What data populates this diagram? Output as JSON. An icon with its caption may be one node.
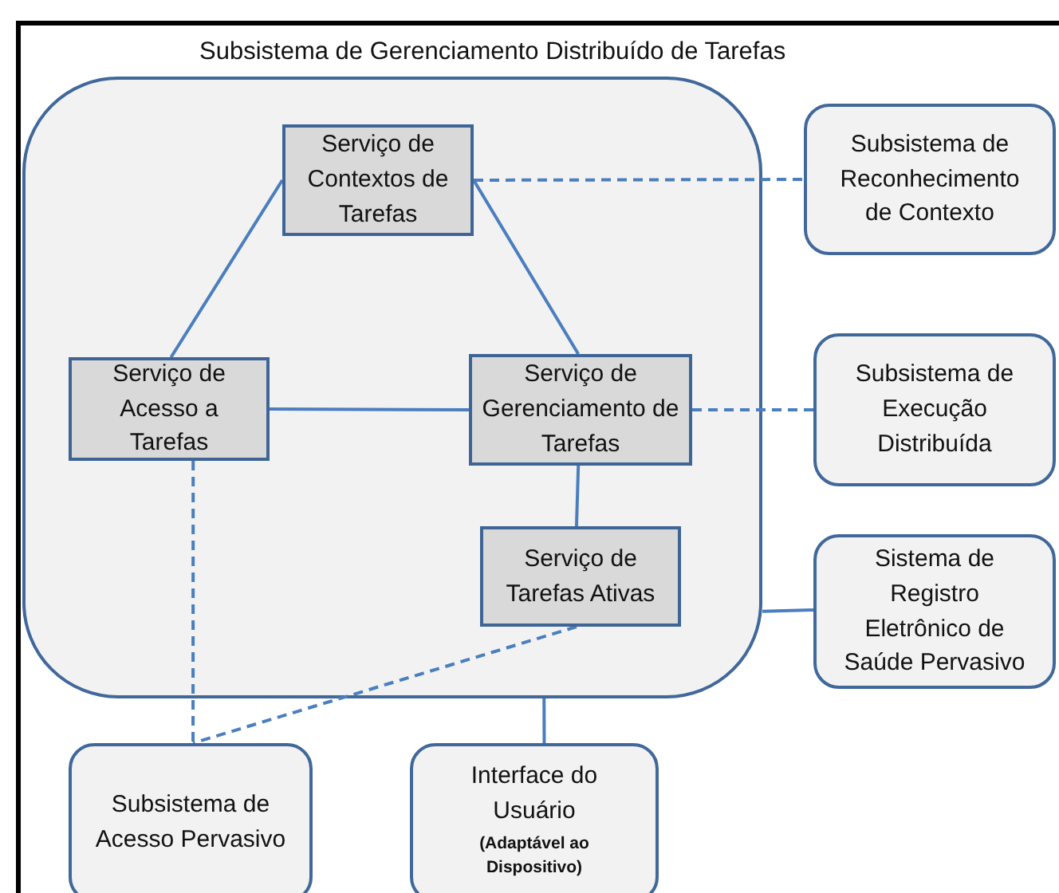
{
  "diagram": {
    "nodes": [
      {
        "text": [
          "Subsistema de Gerenciamento Distribuído de Tarefas"
        ]
      },
      {
        "text": [],
        "shape": "box",
        "in": 0
      },
      {
        "text": [
          "Serviço de Contextos de Tarefas"
        ],
        "in": 1
      },
      {
        "text": [
          "Serviço de Acesso a Tarefas"
        ],
        "in": 1
      },
      {
        "text": [
          "Serviço de Gerenciamento de Tarefas"
        ],
        "in": 1
      },
      {
        "text": [
          "Serviço de Tarefas Ativas"
        ],
        "in": 1
      },
      {
        "text": [
          "Subsistema de Reconhecimento de Contexto"
        ],
        "in": 0
      },
      {
        "text": [
          "Subsistema de Execução Distribuída"
        ],
        "in": 0
      },
      {
        "text": [
          "Sistema de Registro Eletrônico de Saúde Pervasivo"
        ],
        "in": 0
      },
      {
        "text": [
          "Subsistema de Acesso Pervasivo"
        ],
        "in": 0
      },
      {
        "text": [
          "Interface do Usuário",
          "(Adaptável ao Dispositivo)"
        ],
        "in": 0
      }
    ],
    "edges": [
      {
        "from": 2,
        "to": 3,
        "arrow": "none"
      },
      {
        "from": 2,
        "to": 4,
        "arrow": "none"
      },
      {
        "from": 3,
        "to": 4,
        "arrow": "none"
      },
      {
        "from": 4,
        "to": 5,
        "arrow": "none"
      },
      {
        "from": 2,
        "to": 6,
        "arrow": "none",
        "style": "dashed"
      },
      {
        "from": 4,
        "to": 7,
        "arrow": "none",
        "style": "dashed"
      },
      {
        "from": 1,
        "to": 8,
        "arrow": "none"
      },
      {
        "from": 1,
        "to": 10,
        "arrow": "none"
      },
      {
        "from": 3,
        "to": 9,
        "arrow": "none",
        "style": "dashed"
      },
      {
        "from": 5,
        "to": 9,
        "arrow": "none",
        "style": "dashed"
      }
    ]
  }
}
